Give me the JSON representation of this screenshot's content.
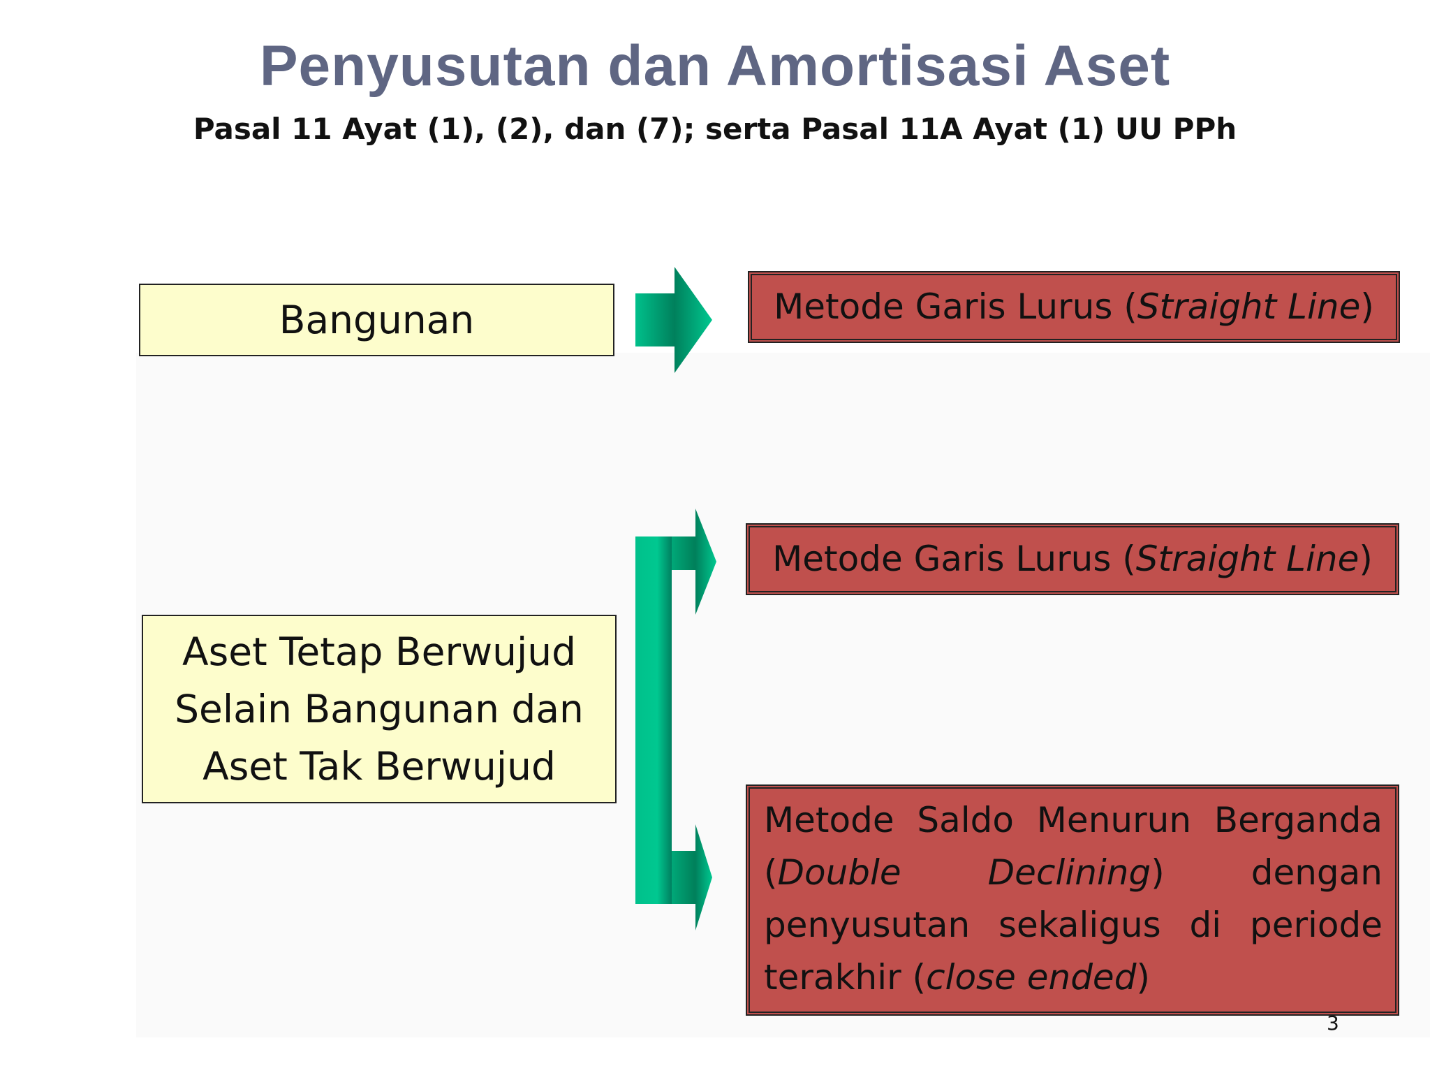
{
  "header": {
    "title": "Penyusutan dan Amortisasi Aset",
    "subtitle": "Pasal 11 Ayat (1), (2), dan (7); serta Pasal 11A Ayat (1) UU PPh"
  },
  "sources": {
    "building": "Bangunan",
    "other_assets": [
      "Aset Tetap Berwujud",
      "Selain Bangunan dan",
      "Aset Tak Berwujud"
    ]
  },
  "methods": {
    "building_method": {
      "prefix": "Metode Garis Lurus (",
      "italic": "Straight Line",
      "suffix": ")"
    },
    "straight_line": {
      "prefix": "Metode Garis Lurus (",
      "italic": "Straight Line",
      "suffix": ")"
    },
    "double_declining": {
      "part1": "Metode Saldo Menurun Berganda (",
      "italic1": "Double Declining",
      "part2": ") dengan penyusutan sekaligus di periode terakhir (",
      "italic2": "close ended",
      "part3": ")"
    }
  },
  "page_number": "3",
  "colors": {
    "title": "#5f6683",
    "source_fill": "#fdfdcc",
    "method_fill": "#c0504d",
    "arrow_green": "#00c08b",
    "arrow_dark": "#00805c"
  }
}
